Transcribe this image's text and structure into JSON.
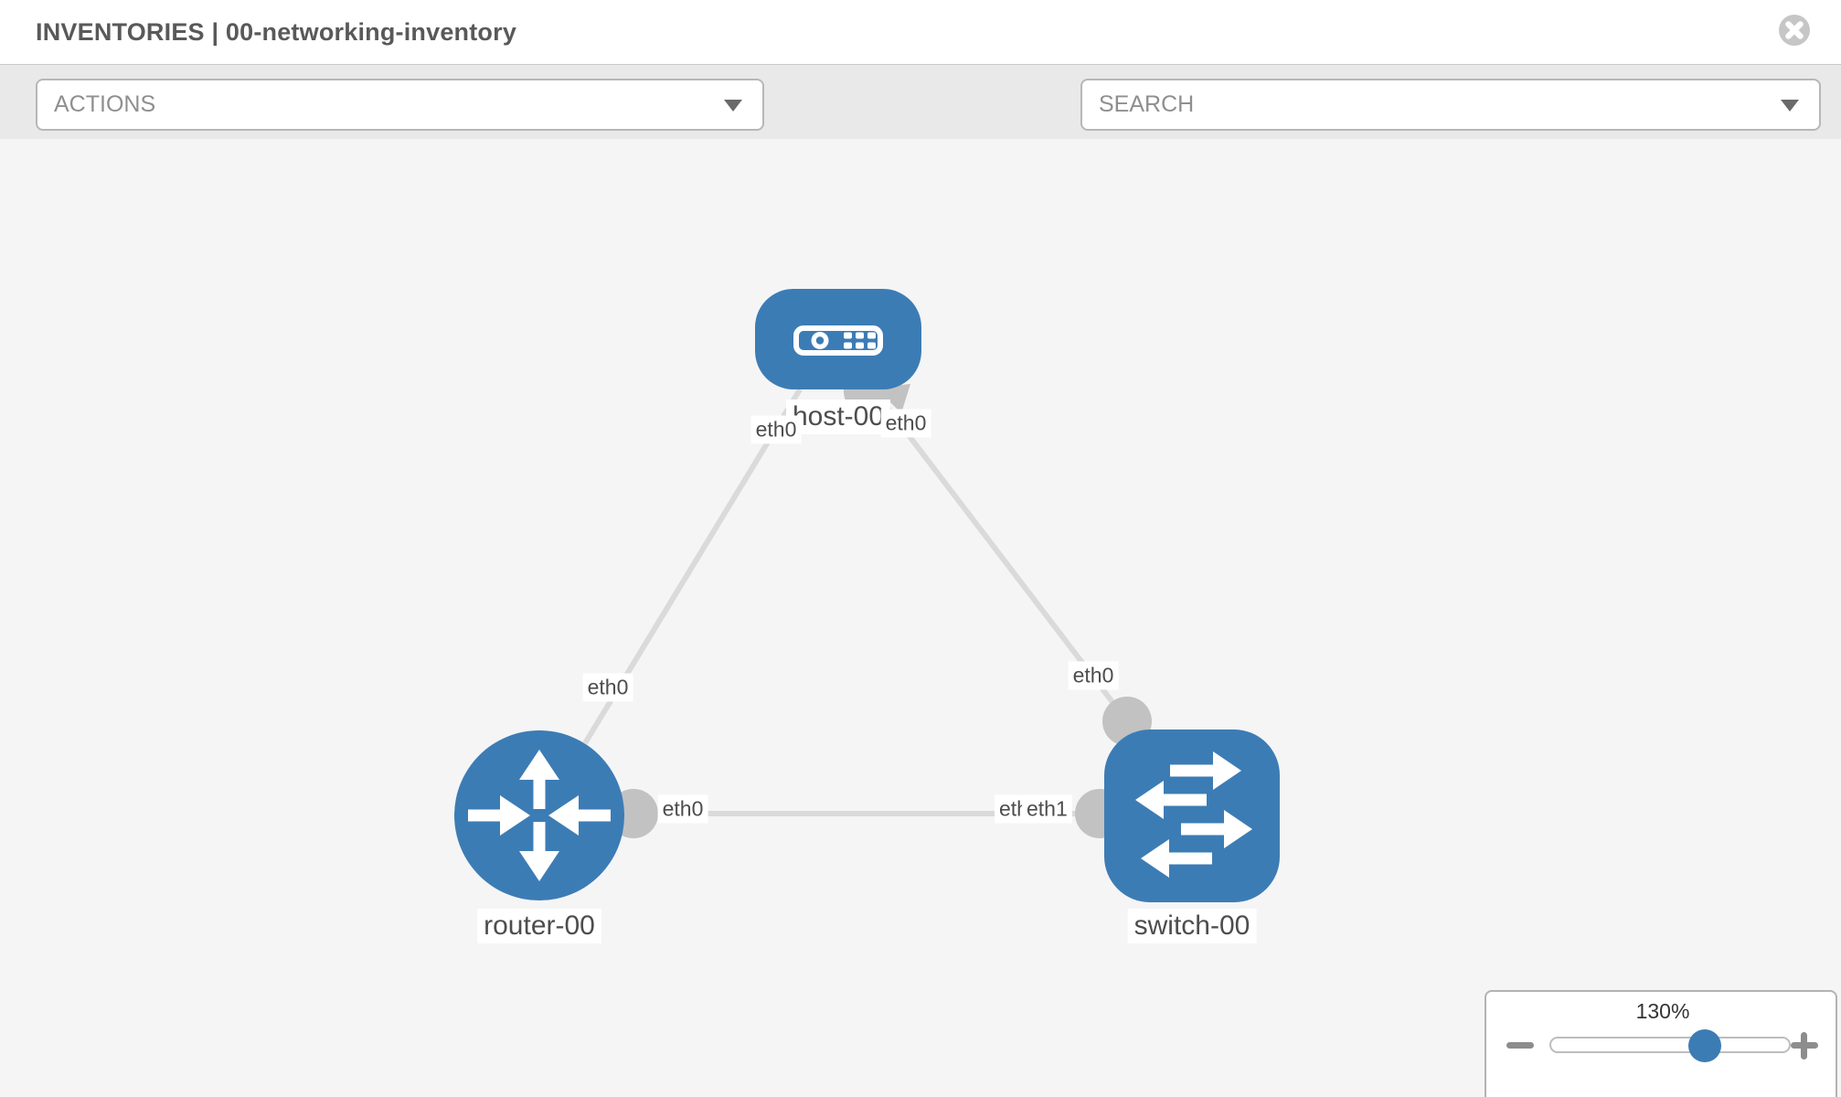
{
  "header": {
    "title": "INVENTORIES | 00-networking-inventory"
  },
  "toolbar": {
    "actions_label": "ACTIONS",
    "search_placeholder": "SEARCH"
  },
  "graph": {
    "nodes": [
      {
        "label": "host-00",
        "type": "host"
      },
      {
        "label": "router-00",
        "type": "router"
      },
      {
        "label": "switch-00",
        "type": "switch"
      }
    ],
    "links": [
      {
        "from": "host-00",
        "from_if": "eth0",
        "to": "router-00",
        "to_if": "eth0"
      },
      {
        "from": "host-00",
        "from_if": "eth0",
        "to": "switch-00",
        "to_if": "eth0"
      },
      {
        "from": "router-00",
        "from_if": "eth0",
        "to": "switch-00",
        "to_if": "eth1"
      }
    ],
    "switch_left_labels": {
      "under": "eth0",
      "over": "eth1"
    }
  },
  "zoom_control": {
    "level": "130%"
  },
  "icons": {
    "close": "circle-x",
    "tools": "wrench",
    "credentials": "key",
    "dropdown": "caret-down",
    "zoom_out": "minus",
    "zoom_in": "plus"
  },
  "colors": {
    "node_blue": "#3c7cb5",
    "edge_gray": "#dadada",
    "connector_gray": "#c2c2c2",
    "toolbar_gray": "#e9e9e9",
    "canvas_gray": "#f5f5f6"
  }
}
